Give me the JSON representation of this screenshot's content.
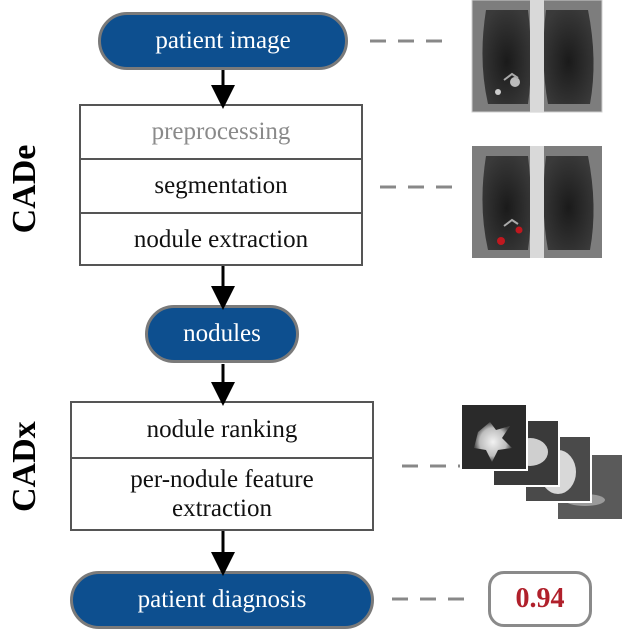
{
  "flow": {
    "patient_image": "patient image",
    "preprocessing": "preprocessing",
    "segmentation": "segmentation",
    "nodule_extraction": "nodule extraction",
    "nodules": "nodules",
    "nodule_ranking": "nodule ranking",
    "feature_extraction": "per-nodule feature extraction",
    "patient_diagnosis": "patient diagnosis"
  },
  "sections": {
    "cade": "CADe",
    "cadx": "CADx"
  },
  "output": {
    "score": "0.94"
  },
  "colors": {
    "pill_fill": "#0d4f8f",
    "pill_border": "#7a7a7a",
    "score_text": "#b0202b",
    "nodule_marker": "#c0181f"
  }
}
